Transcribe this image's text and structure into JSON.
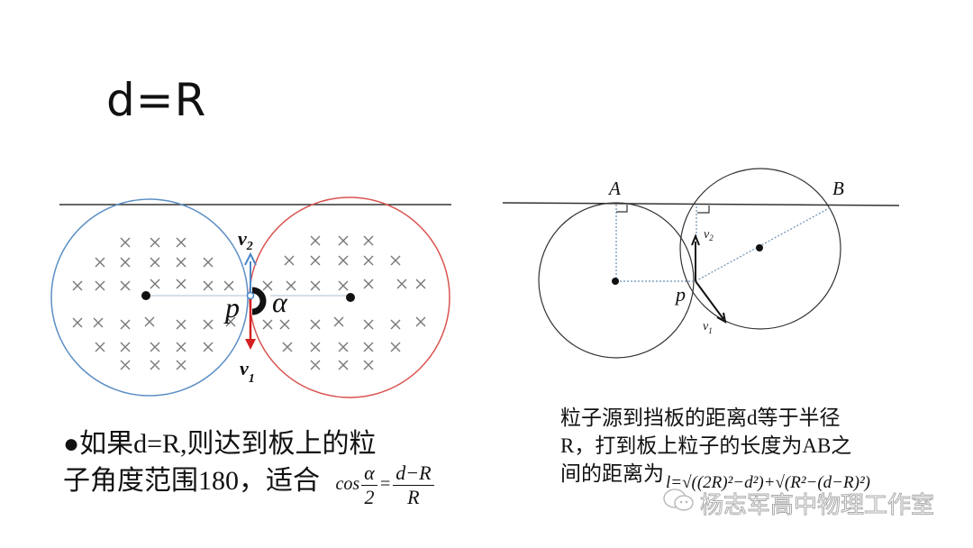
{
  "slide": {
    "title": "d=R"
  },
  "left_figure": {
    "labels": {
      "v2": "v",
      "v2_sub": "2",
      "v1": "v",
      "v1_sub": "1",
      "p": "p",
      "alpha": "α"
    },
    "colors": {
      "left_circle": "#5b8ec4",
      "right_circle": "#d9534f",
      "v2_arrow": "#4a86c8",
      "v1_arrow": "#d42020"
    }
  },
  "right_figure": {
    "labels": {
      "A": "A",
      "B": "B",
      "p": "p",
      "v2": "v",
      "v2_sub": "2",
      "v1": "v",
      "v1_sub": "1"
    }
  },
  "left_text": {
    "bullet": "●",
    "line1": "如果d=R,则达到板上的粒",
    "line2": "子角度范围180，适合",
    "formula_cos": "cos",
    "formula_num_left": "α",
    "formula_den_left": "2",
    "formula_eq": "=",
    "formula_num_right": "d−R",
    "formula_den_right": "R"
  },
  "right_text": {
    "line1": "粒子源到挡板的距离d等于半径",
    "line2": "R，打到板上粒子的长度为AB之",
    "line3": "间的距离为",
    "formula": "l=√((2R)²−d²)+√(R²−(d−R)²)"
  },
  "watermark": {
    "icon": "wechat-icon",
    "text": "杨志军高中物理工作室"
  }
}
